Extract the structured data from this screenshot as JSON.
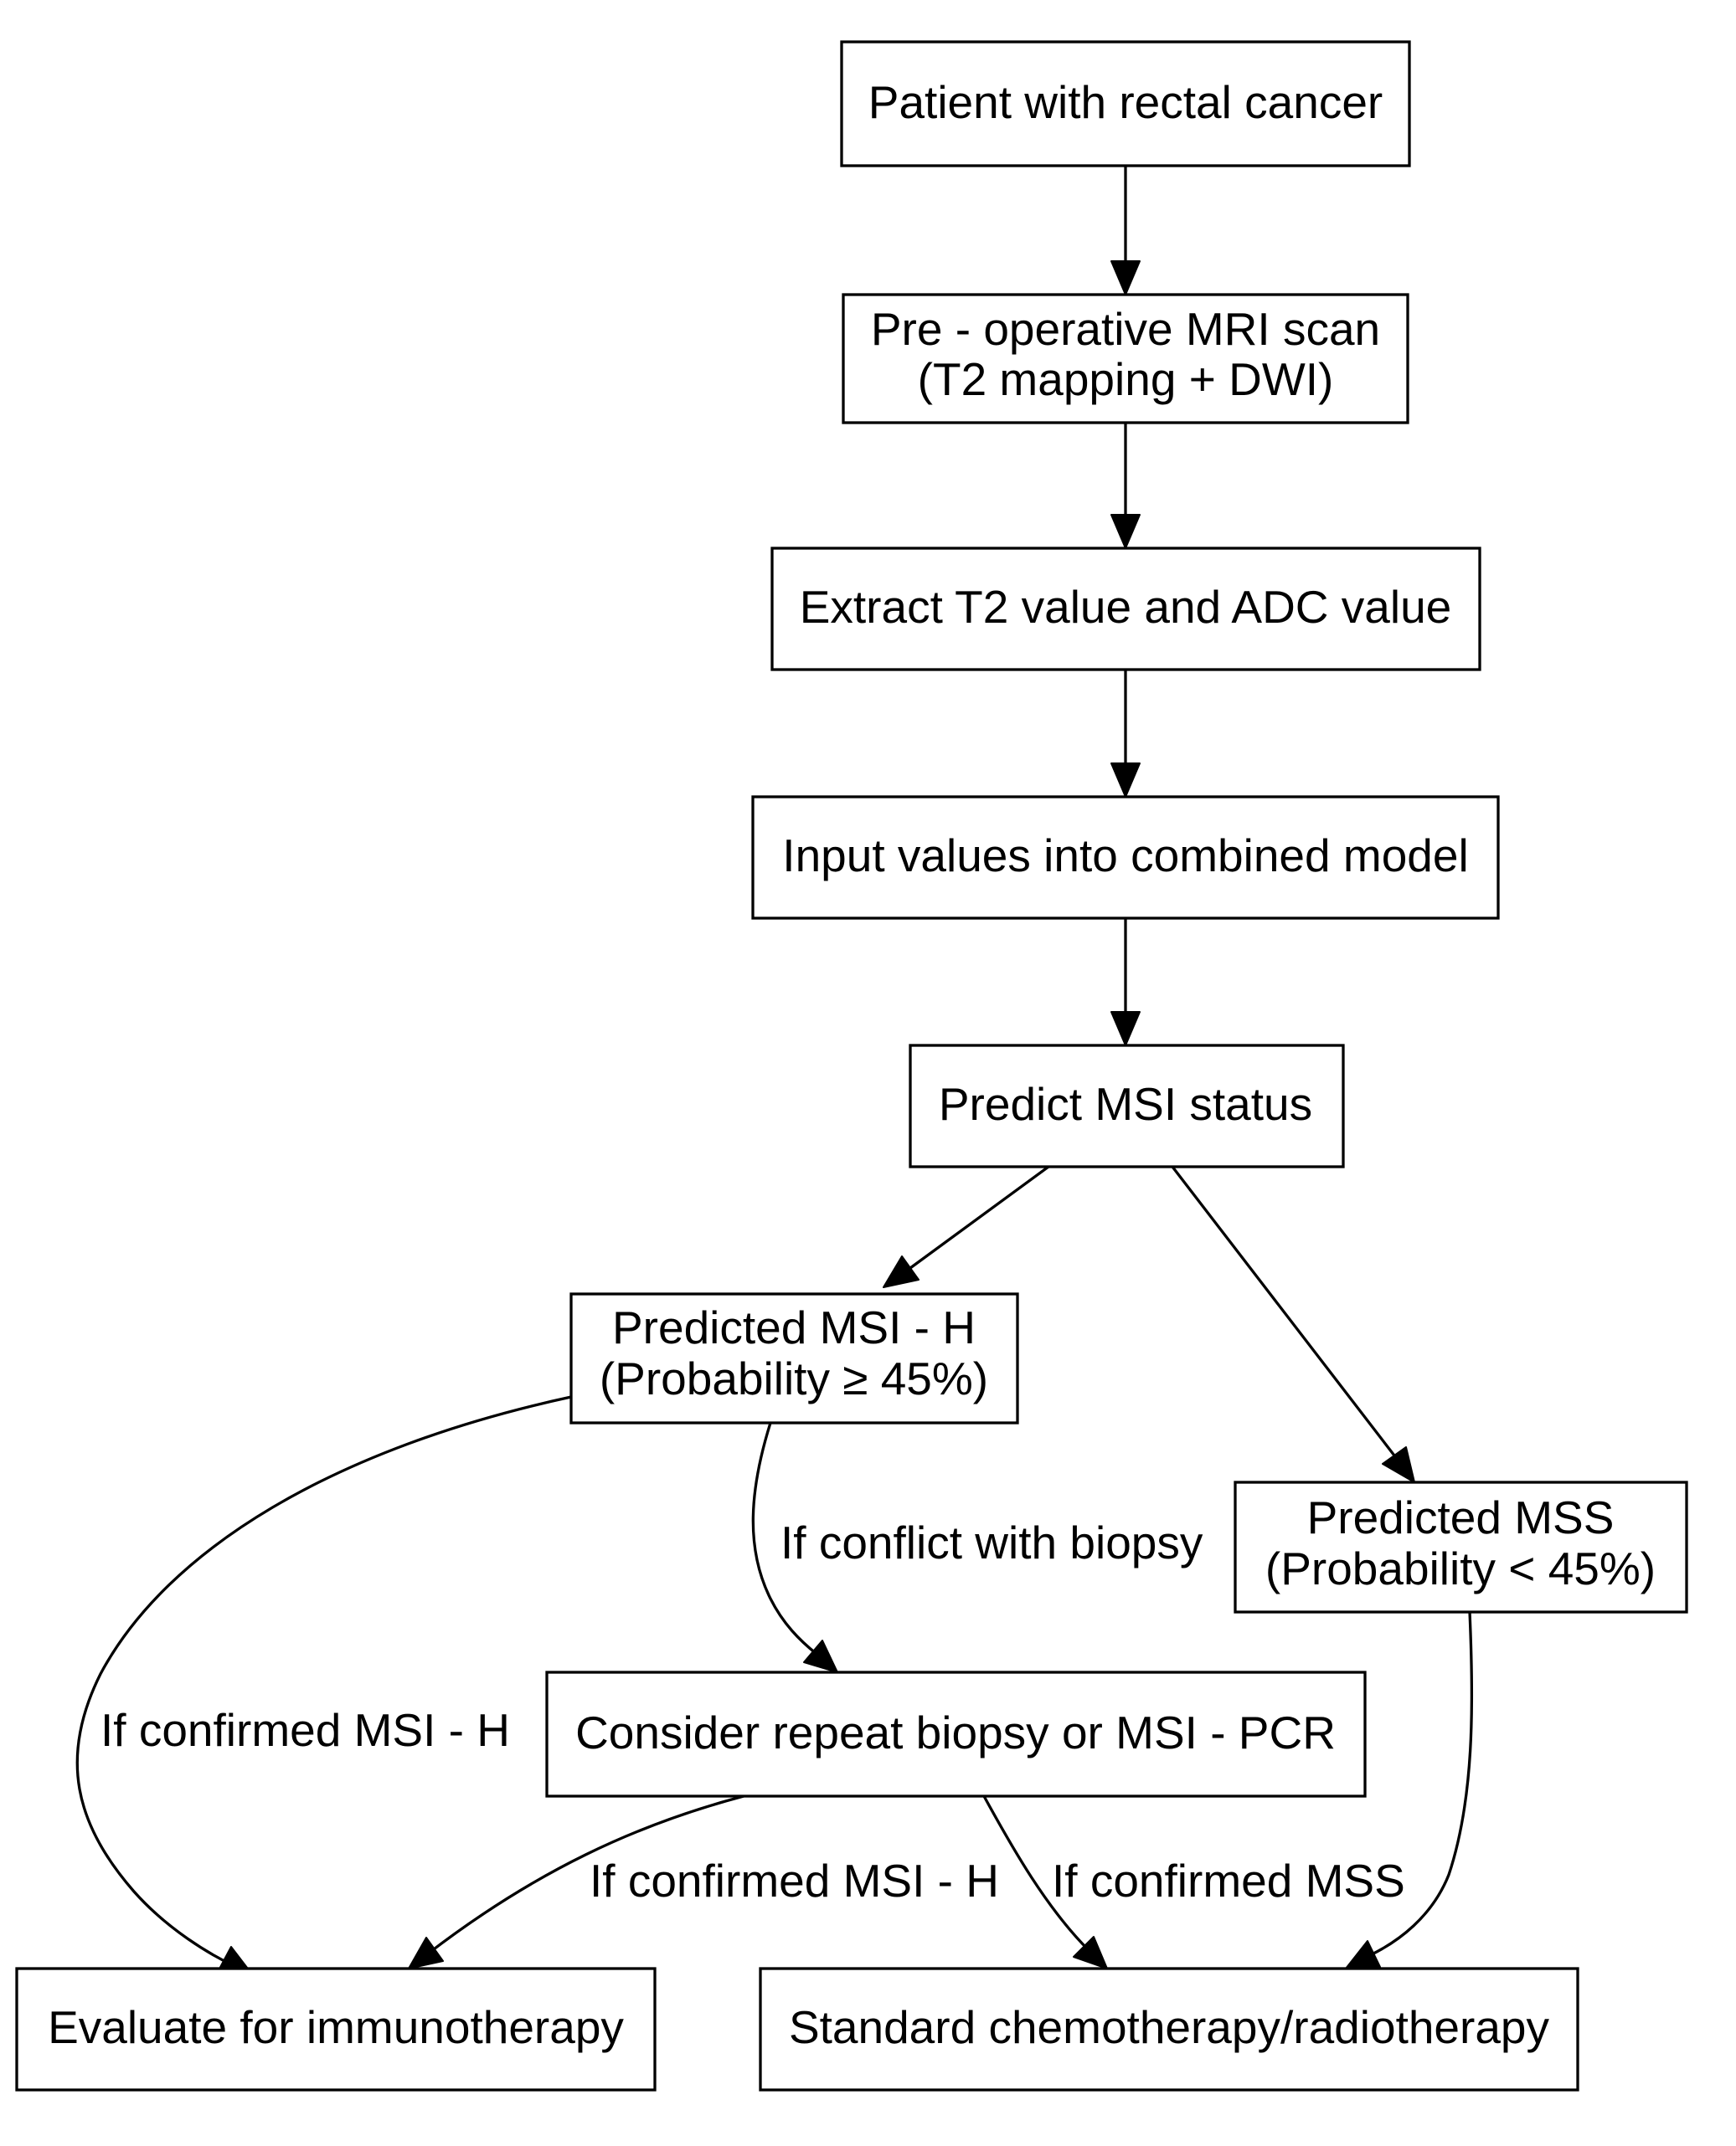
{
  "diagram": {
    "nodes": {
      "patient": "Patient with rectal cancer",
      "mri_line1": "Pre - operative MRI scan",
      "mri_line2": "(T2 mapping + DWI)",
      "extract": "Extract T2 value and ADC value",
      "input": "Input values into combined model",
      "predict": "Predict MSI status",
      "msih_line1": "Predicted MSI - H",
      "msih_line2": "(Probability ≥ 45%)",
      "mss_line1": "Predicted MSS",
      "mss_line2": "(Probability < 45%)",
      "repeat": "Consider repeat biopsy or MSI - PCR",
      "immuno": "Evaluate for immunotherapy",
      "standard": "Standard chemotherapy/radiotherapy"
    },
    "edge_labels": {
      "conflict": "If conflict with biopsy",
      "confirmed_msih_left": "If confirmed MSI - H",
      "confirmed_msih_mid": "If confirmed MSI - H",
      "confirmed_mss": "If confirmed MSS"
    }
  }
}
